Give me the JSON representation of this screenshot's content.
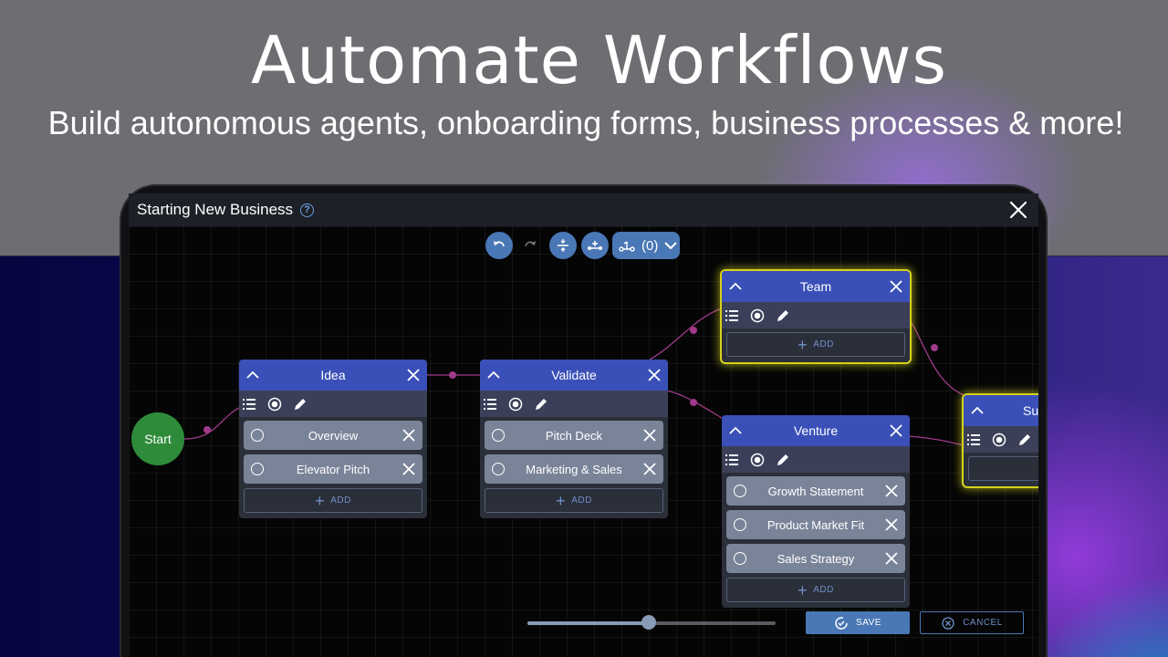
{
  "hero": {
    "title": "Automate Workflows",
    "subtitle": "Build autonomous agents, onboarding forms, business processes & more!"
  },
  "dialog": {
    "title": "Starting New Business",
    "help_icon": "?"
  },
  "toolbar": {
    "undo_icon": "undo-icon",
    "redo_icon": "redo-icon",
    "align_icon": "align-center-icon",
    "add_node_icon": "add-node-icon",
    "branch_count": "(0)"
  },
  "start": {
    "label": "Start"
  },
  "nodes": {
    "idea": {
      "title": "Idea",
      "items": [
        "Overview",
        "Elevator Pitch"
      ],
      "add_label": "ADD"
    },
    "validate": {
      "title": "Validate",
      "items": [
        "Pitch Deck",
        "Marketing & Sales"
      ],
      "add_label": "ADD"
    },
    "team": {
      "title": "Team",
      "items": [],
      "add_label": "ADD"
    },
    "venture": {
      "title": "Venture",
      "items": [
        "Growth Statement",
        "Product Market Fit",
        "Sales Strategy"
      ],
      "add_label": "ADD"
    },
    "sub": {
      "title": "Sub"
    }
  },
  "zoom": {
    "value": 0.49
  },
  "actions": {
    "save_label": "SAVE",
    "cancel_label": "CANCEL"
  },
  "colors": {
    "node_header": "#3a50b8",
    "accent": "#4a77b5",
    "start": "#2e8b3a",
    "connector": "#a03a8a",
    "highlight": "#d4d21a"
  }
}
